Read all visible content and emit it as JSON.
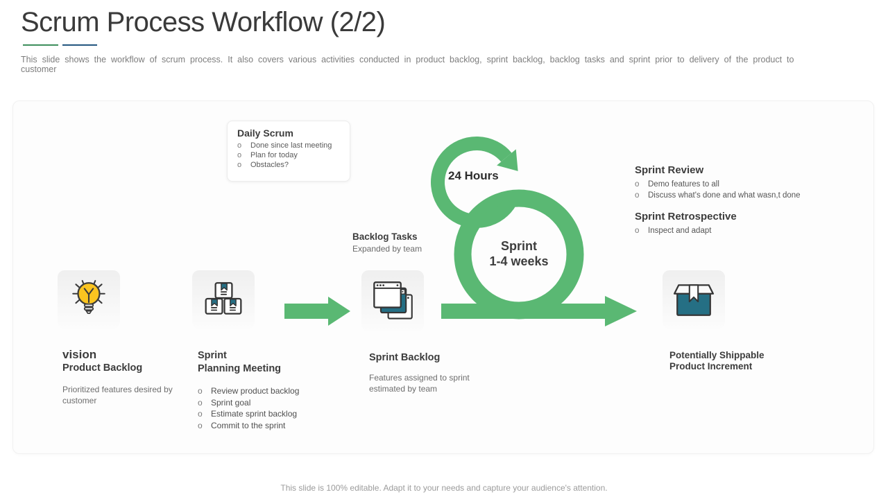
{
  "title": "Scrum Process Workflow (2/2)",
  "subtitle": "This slide shows the workflow of scrum process. It also covers various activities conducted in product backlog, sprint backlog, backlog tasks and sprint prior to delivery of the product to customer",
  "footer": "This slide is 100% editable. Adapt it to your needs and capture your audience's attention.",
  "bullet_marker": "o",
  "colors": {
    "green": "#5ab873",
    "teal": "#256f84",
    "yellow": "#fac420",
    "outline": "#3b3b3b",
    "underline_green": "#3e8e5c",
    "underline_blue": "#23567f"
  },
  "daily_scrum": {
    "title": "Daily Scrum",
    "items": [
      "Done since last meeting",
      "Plan for today",
      "Obstacles?"
    ]
  },
  "cycle": {
    "daily_label": "24 Hours",
    "sprint_line1": "Sprint",
    "sprint_line2": "1-4 weeks"
  },
  "backlog_tasks": {
    "title": "Backlog Tasks",
    "subtitle": "Expanded by team"
  },
  "sprint_review": {
    "title": "Sprint Review",
    "items": [
      "Demo features to all",
      "Discuss what's done and what wasn,t done"
    ]
  },
  "sprint_retrospective": {
    "title": "Sprint Retrospective",
    "items": [
      "Inspect and adapt"
    ]
  },
  "stages": {
    "vision": {
      "icon": "lightbulb-icon",
      "title_line1": "vision",
      "title_line2": "Product Backlog",
      "description": "Prioritized features desired by customer"
    },
    "planning": {
      "icon": "stacked-boxes-icon",
      "title_line1": "Sprint",
      "title_line2": "Planning Meeting",
      "items": [
        "Review product backlog",
        "Sprint goal",
        "Estimate sprint backlog",
        "Commit to the sprint"
      ]
    },
    "sprint_backlog": {
      "icon": "browser-windows-icon",
      "title": "Sprint Backlog",
      "description": "Features assigned to sprint estimated by team"
    },
    "increment": {
      "icon": "package-box-icon",
      "title_line1": "Potentially Shippable",
      "title_line2": "Product Increment"
    }
  }
}
